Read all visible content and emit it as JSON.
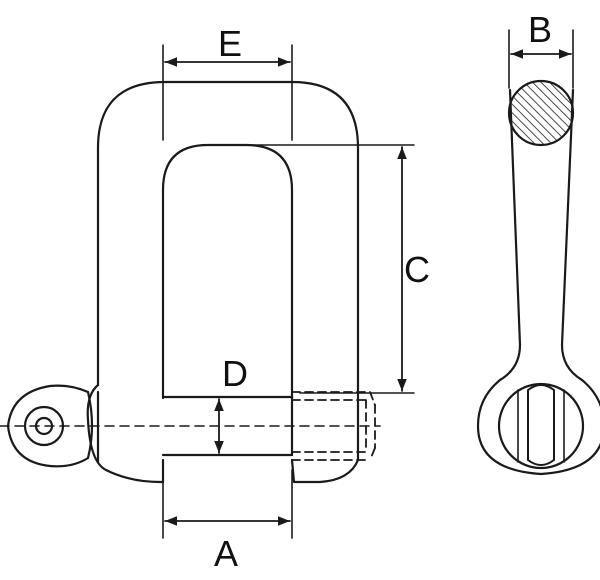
{
  "diagram": {
    "stroke_color": "#1a1a1a",
    "hatch_color": "#1a1a1a",
    "background": "#ffffff",
    "labels": {
      "a": "A",
      "b": "B",
      "c": "C",
      "d": "D",
      "e": "E"
    }
  }
}
